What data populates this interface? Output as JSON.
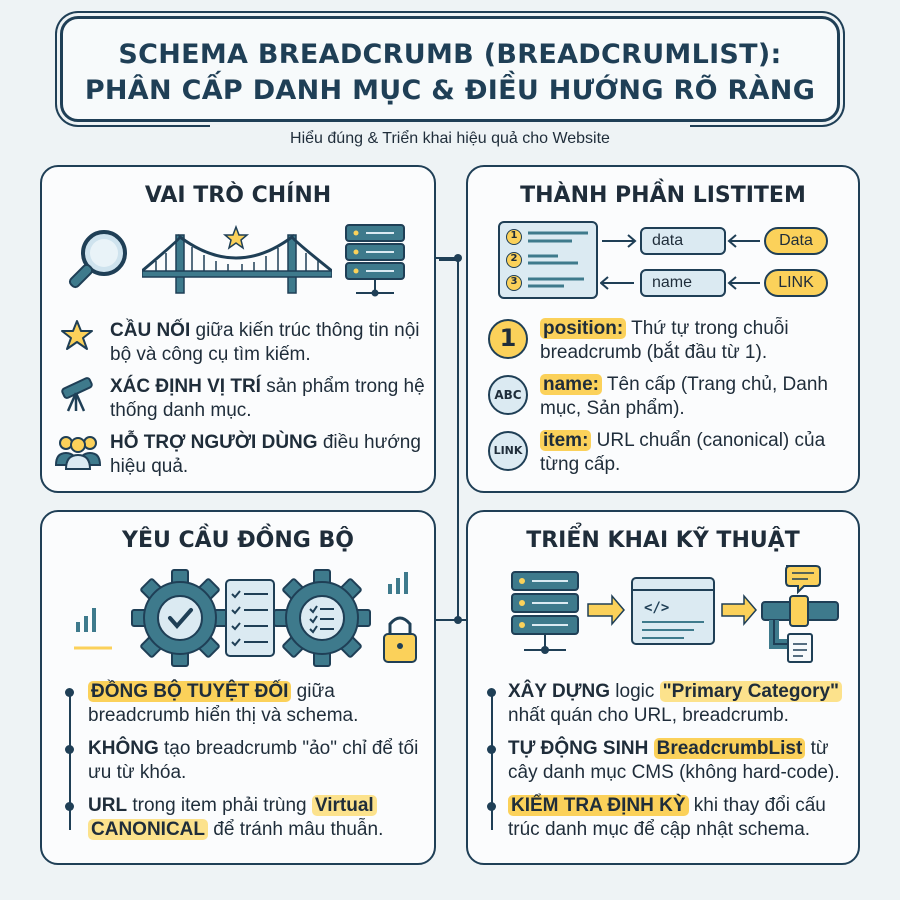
{
  "header": {
    "title_line1": "SCHEMA BREADCRUMB (BREADCRUMLIST):",
    "title_line2": "PHÂN CẤP DANH MỤC & ĐIỀU HƯỚNG RÕ RÀNG",
    "subtitle": "Hiểu đúng & Triển khai hiệu quả cho Website"
  },
  "roles": {
    "title": "VAI TRÒ CHÍNH",
    "items": [
      {
        "key": "CẦU NỐI",
        "text": " giữa kiến trúc thông tin nội bộ và công cụ tìm kiếm."
      },
      {
        "key": "XÁC ĐỊNH VỊ TRÍ",
        "text": " sản phẩm trong hệ thống danh mục."
      },
      {
        "key": "HỖ TRỢ NGƯỜI DÙNG",
        "text": " điều hướng hiệu quả."
      }
    ]
  },
  "listitem": {
    "title": "THÀNH PHẦN LISTITEM",
    "diagram": {
      "num1": "1",
      "num2": "2",
      "num3": "3",
      "box_data": "data",
      "box_name": "name",
      "tag_data": "Data",
      "tag_link": "LINK"
    },
    "items": [
      {
        "badge": "1",
        "key": "position:",
        "text": " Thứ tự trong chuỗi breadcrumb (bắt đầu từ 1)."
      },
      {
        "badge": "ABC",
        "key": "name:",
        "text": " Tên cấp (Trang chủ, Danh mục, Sản phẩm)."
      },
      {
        "badge": "LINK",
        "key": "item:",
        "text": " URL chuẩn (canonical) của từng cấp."
      }
    ]
  },
  "sync": {
    "title": "YÊU CẦU ĐỒNG BỘ",
    "items": [
      {
        "key": "ĐỒNG BỘ TUYỆT ĐỐI",
        "text": " giữa breadcrumb hiển thị và schema."
      },
      {
        "key": "KHÔNG",
        "text": " tạo breadcrumb \"ảo\" chỉ để tối ưu từ khóa."
      },
      {
        "key": "URL",
        "text_a": " trong item phải trùng ",
        "hl1": "Virtual",
        "hl2": "CANONICAL",
        "text_b": " để tránh mâu thuẫn."
      }
    ]
  },
  "tech": {
    "title": "TRIỂN KHAI KỸ THUẬT",
    "items": [
      {
        "key": "XÂY DỰNG",
        "text_a": " logic ",
        "hl": "\"Primary Category\"",
        "text_b": " nhất quán cho URL, breadcrumb."
      },
      {
        "key": "TỰ ĐỘNG SINH",
        "hl": "BreadcrumbList",
        "text_b": " từ cây danh mục CMS (không hard-code)."
      },
      {
        "key": "KIỂM TRA ĐỊNH KỲ",
        "text": " khi thay đổi cấu trúc danh mục để cập nhật schema."
      }
    ]
  },
  "colors": {
    "navy": "#1f3f56",
    "teal": "#3e7a8c",
    "yellow": "#fbd15a",
    "light_blue": "#dbeaf2"
  }
}
